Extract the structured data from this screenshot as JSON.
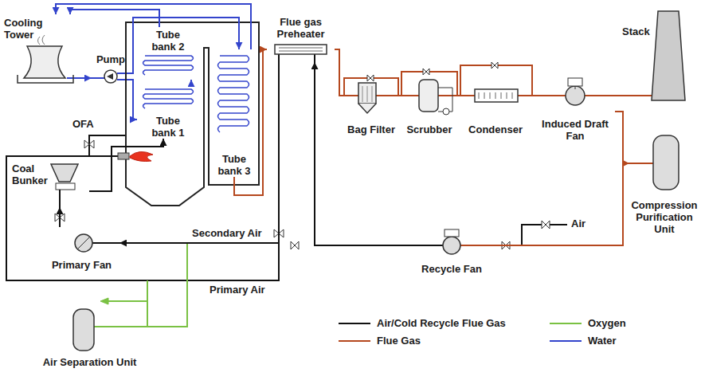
{
  "diagram": {
    "nodes": [
      {
        "text": [
          "Cooling Tower"
        ]
      },
      {
        "text": [
          "Pump"
        ]
      },
      {
        "text": [
          "Tube bank 2"
        ]
      },
      {
        "text": [
          "Tube bank 1"
        ]
      },
      {
        "text": [
          "Tube bank 3"
        ]
      },
      {
        "text": [
          "Coal Bunker"
        ]
      },
      {
        "text": [
          "Primary Fan"
        ]
      },
      {
        "text": [
          "Air Separation Unit"
        ]
      },
      {
        "text": [
          "Flue gas Preheater"
        ]
      },
      {
        "text": [
          "Bag Filter"
        ]
      },
      {
        "text": [
          "Scrubber"
        ]
      },
      {
        "text": [
          "Condenser"
        ]
      },
      {
        "text": [
          "Induced Draft Fan"
        ]
      },
      {
        "text": [
          "Stack"
        ]
      },
      {
        "text": [
          "Compression Purification Unit"
        ]
      },
      {
        "text": [
          "Recycle Fan"
        ]
      }
    ],
    "edges": [
      {
        "from": 0,
        "to": 1,
        "arrow": "to"
      },
      {
        "from": 1,
        "to": 3,
        "arrow": "to"
      },
      {
        "from": 3,
        "to": 2,
        "arrow": "to"
      },
      {
        "from": 2,
        "to": 0,
        "arrow": "to"
      },
      {
        "from": 1,
        "to": 4,
        "arrow": "to"
      },
      {
        "from": 4,
        "to": 0,
        "arrow": "to"
      },
      {
        "from": 4,
        "to": 8,
        "arrow": "to"
      },
      {
        "from": 8,
        "to": 9,
        "arrow": "none"
      },
      {
        "from": 9,
        "to": 10,
        "arrow": "none"
      },
      {
        "from": 10,
        "to": 11,
        "arrow": "none"
      },
      {
        "from": 11,
        "to": 12,
        "arrow": "none"
      },
      {
        "from": 12,
        "to": 13,
        "arrow": "none"
      },
      {
        "from": 12,
        "to": 14,
        "arrow": "to"
      },
      {
        "from": 12,
        "to": 15,
        "arrow": "none"
      },
      {
        "from": 15,
        "to": 8,
        "arrow": "to"
      },
      {
        "from": 8,
        "to": 6,
        "arrow": "to"
      },
      {
        "from": 6,
        "to": 5,
        "arrow": "to"
      },
      {
        "from": 5,
        "to": 3,
        "arrow": "to"
      }
    ],
    "labels": [
      "OFA",
      "Secondary Air",
      "Primary Air",
      "Air"
    ],
    "legend": [
      {
        "text": "Air/Cold Recycle Flue Gas"
      },
      {
        "text": "Flue Gas"
      },
      {
        "text": "Oxygen"
      },
      {
        "text": "Water"
      }
    ]
  }
}
